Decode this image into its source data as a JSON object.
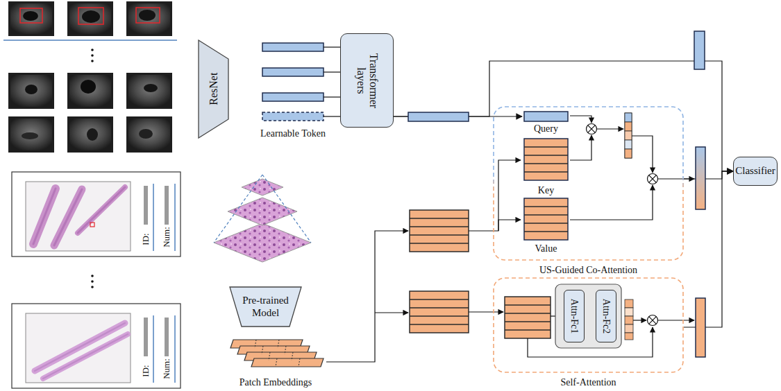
{
  "diagram": {
    "nodes": [
      {
        "text": [
          "ResNet"
        ]
      },
      {
        "text": [
          "Transformer layers"
        ]
      },
      {
        "text": [
          "US-Guided Co-Attention"
        ]
      },
      {
        "text": [
          "Query"
        ],
        "in": 2
      },
      {
        "text": [
          "Key"
        ],
        "in": 2
      },
      {
        "text": [
          "Value"
        ],
        "in": 2
      },
      {
        "text": [
          "Pre-trained Model"
        ]
      },
      {
        "text": [
          "Self-Attention"
        ]
      },
      {
        "text": [
          "Attn-Fc1"
        ],
        "in": 7
      },
      {
        "text": [
          "Attn-Fc2"
        ],
        "in": 7
      },
      {
        "text": [
          "Classifier"
        ]
      }
    ],
    "edges": [
      {
        "from": 1,
        "to": 3,
        "arrow": "to"
      },
      {
        "from": 1,
        "to": 10,
        "arrow": "to"
      },
      {
        "from": 2,
        "to": 10,
        "arrow": "to"
      },
      {
        "from": 7,
        "to": 10,
        "arrow": "to"
      }
    ],
    "labels": [
      "ID:",
      "Num:",
      "ID:",
      "Num:",
      "Learnable Token",
      "Patch Embeddings"
    ]
  }
}
